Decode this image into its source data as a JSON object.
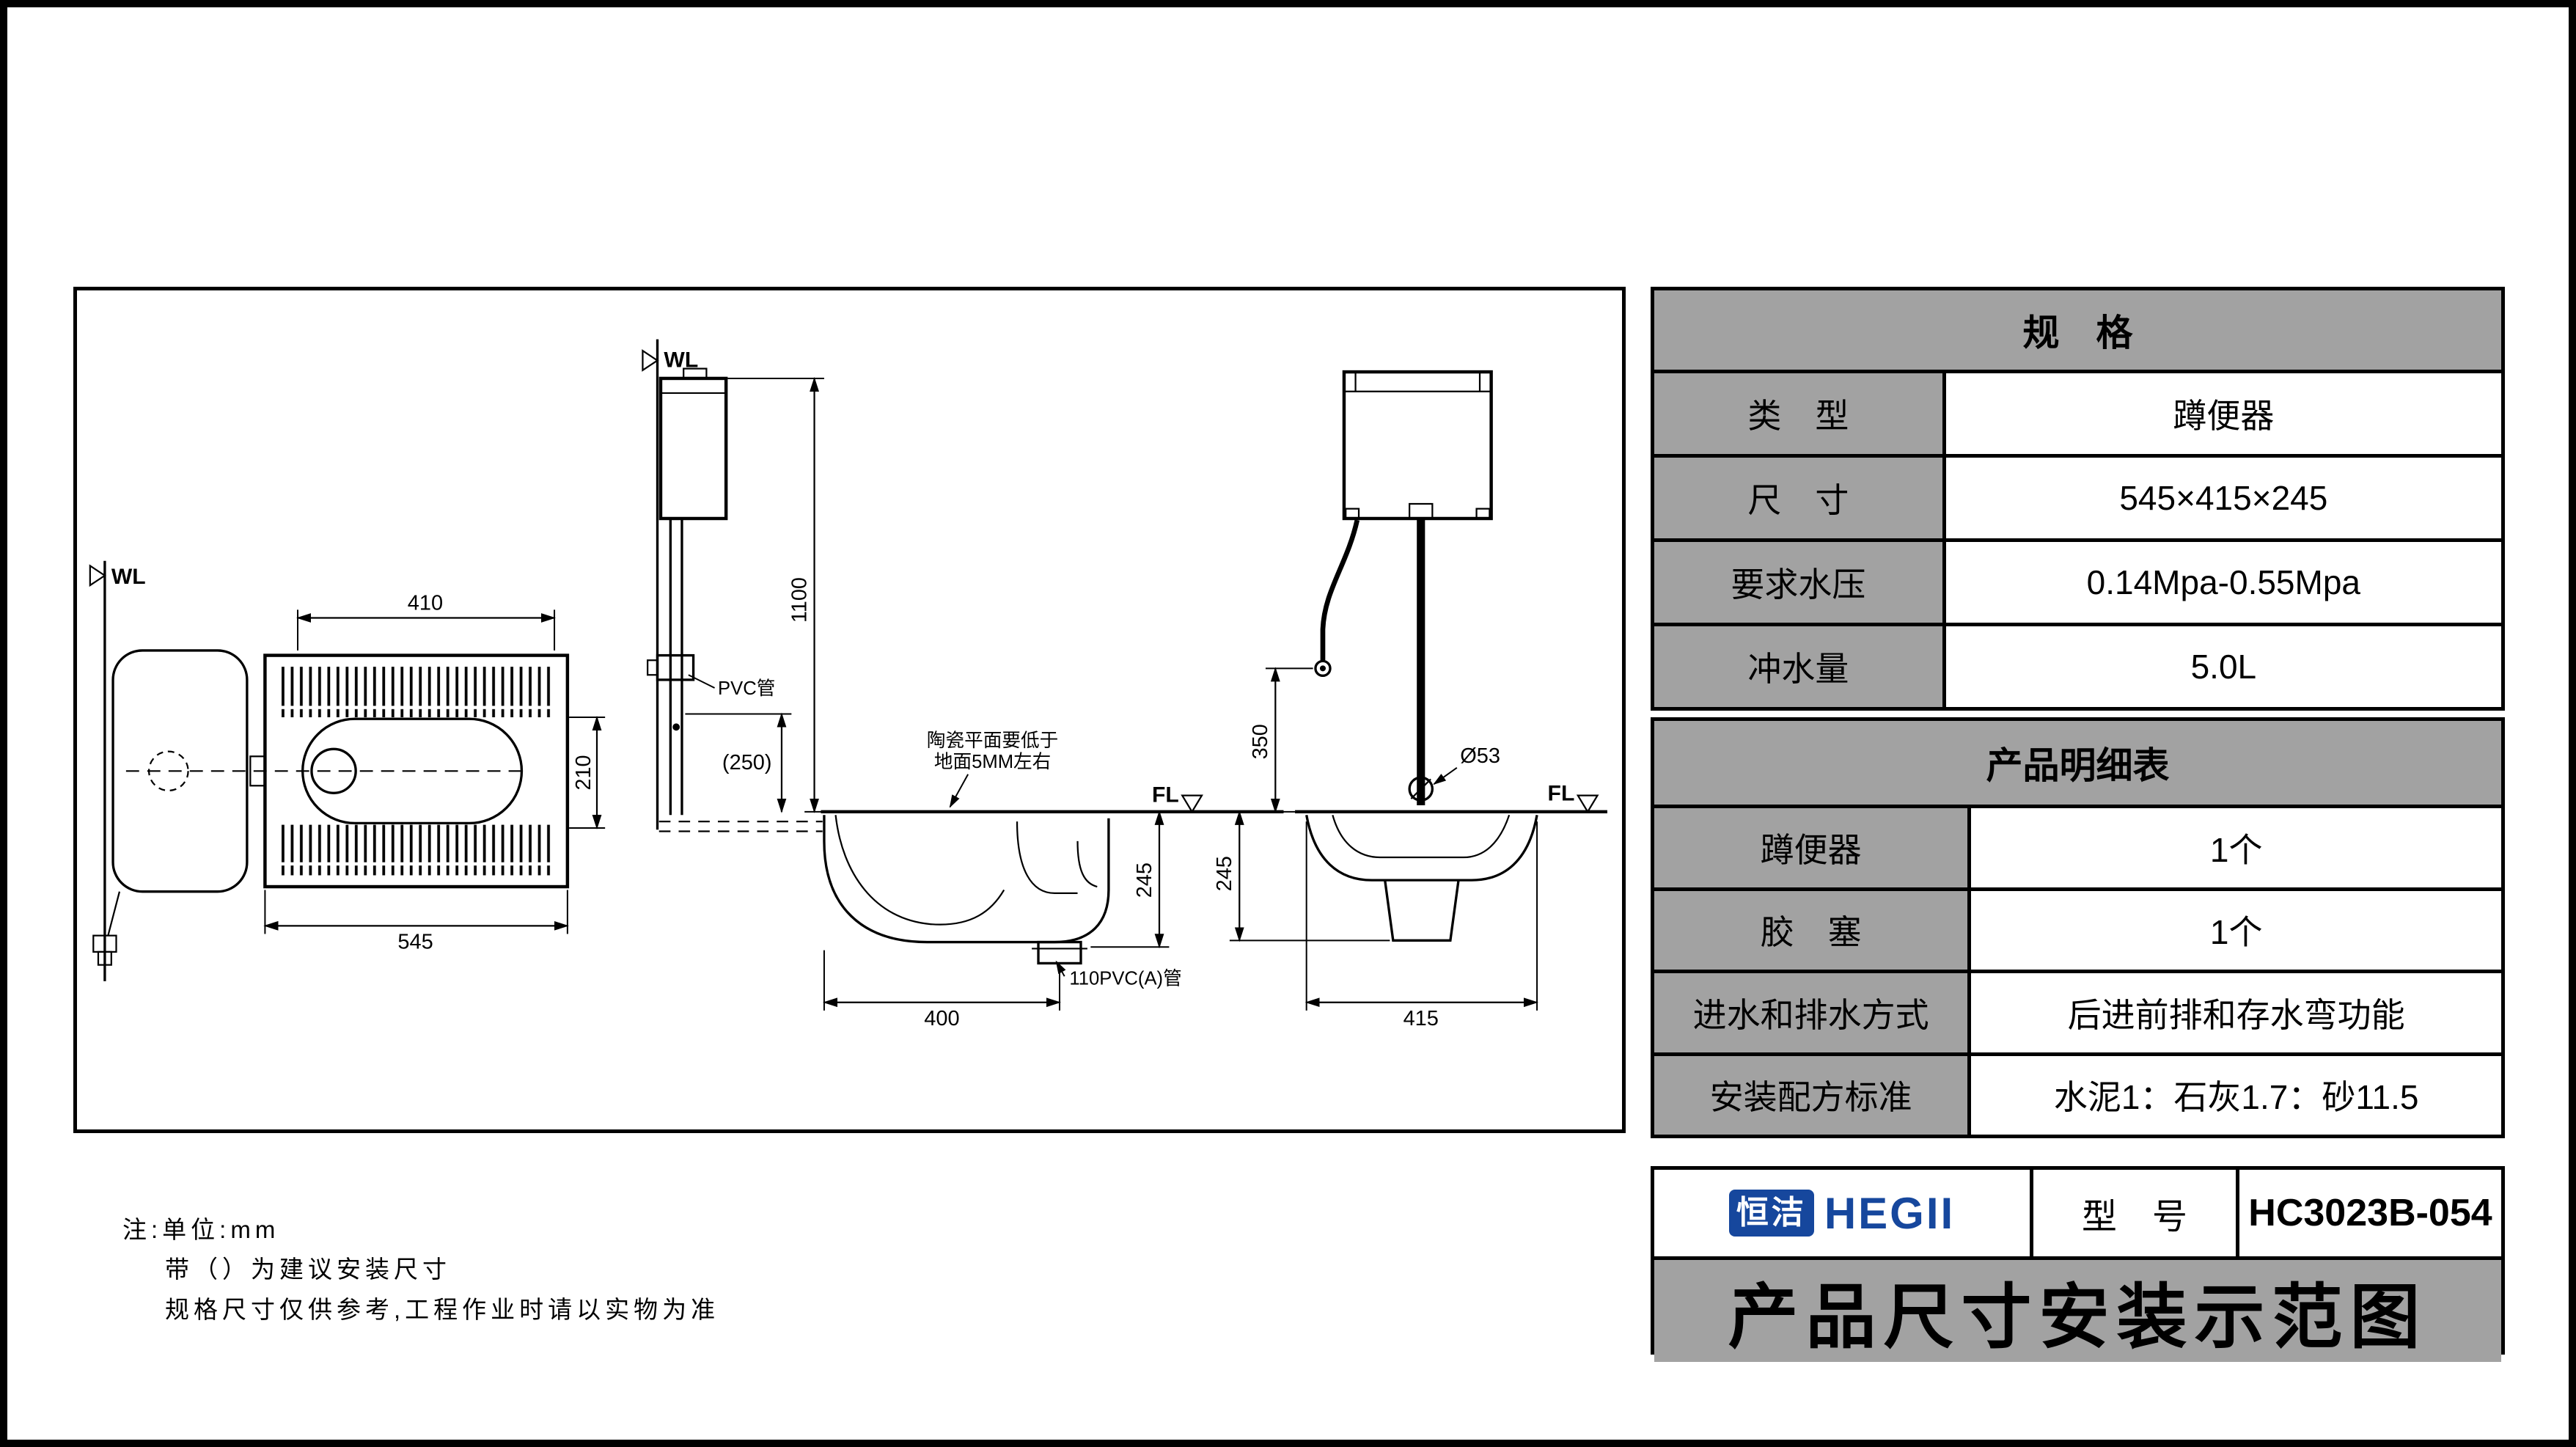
{
  "notes": {
    "line1": "注:单位:mm",
    "line2": "带（）为建议安装尺寸",
    "line3": "规格尺寸仅供参考,工程作业时请以实物为准"
  },
  "spec_table": {
    "title": "规　格",
    "rows": [
      {
        "label": "类　型",
        "value": "蹲便器"
      },
      {
        "label": "尺　寸",
        "value": "545×415×245"
      },
      {
        "label": "要求水压",
        "value": "0.14Mpa-0.55Mpa"
      },
      {
        "label": "冲水量",
        "value": "5.0L"
      }
    ]
  },
  "detail_table": {
    "title": "产品明细表",
    "rows": [
      {
        "label": "蹲便器",
        "value": "1个"
      },
      {
        "label": "胶　塞",
        "value": "1个"
      },
      {
        "label": "进水和排水方式",
        "value": "后进前排和存水弯功能"
      },
      {
        "label": "安装配方标准",
        "value": "水泥1：石灰1.7：砂11.5"
      }
    ]
  },
  "title_block": {
    "brand_cn": "恒洁",
    "brand_en": "HEGII",
    "model_label": "型　号",
    "model_value": "HC3023B-054",
    "diagram_title": "产品尺寸安装示范图"
  },
  "drawing": {
    "wall_line_label": "WL",
    "floor_line_label": "FL",
    "top_view": {
      "dim_410": "410",
      "dim_210": "210",
      "dim_545": "545"
    },
    "side_view": {
      "pipe_label": "PVC管",
      "dim_1100": "1100",
      "dim_250": "(250)",
      "note_line1": "陶瓷平面要低于",
      "note_line2": "地面5MM左右",
      "dim_245": "245",
      "dim_400": "400",
      "outlet_label": "110PVC(A)管"
    },
    "front_view": {
      "dim_350": "350",
      "dim_diameter": "Ø53",
      "dim_245": "245",
      "dim_415": "415"
    }
  }
}
